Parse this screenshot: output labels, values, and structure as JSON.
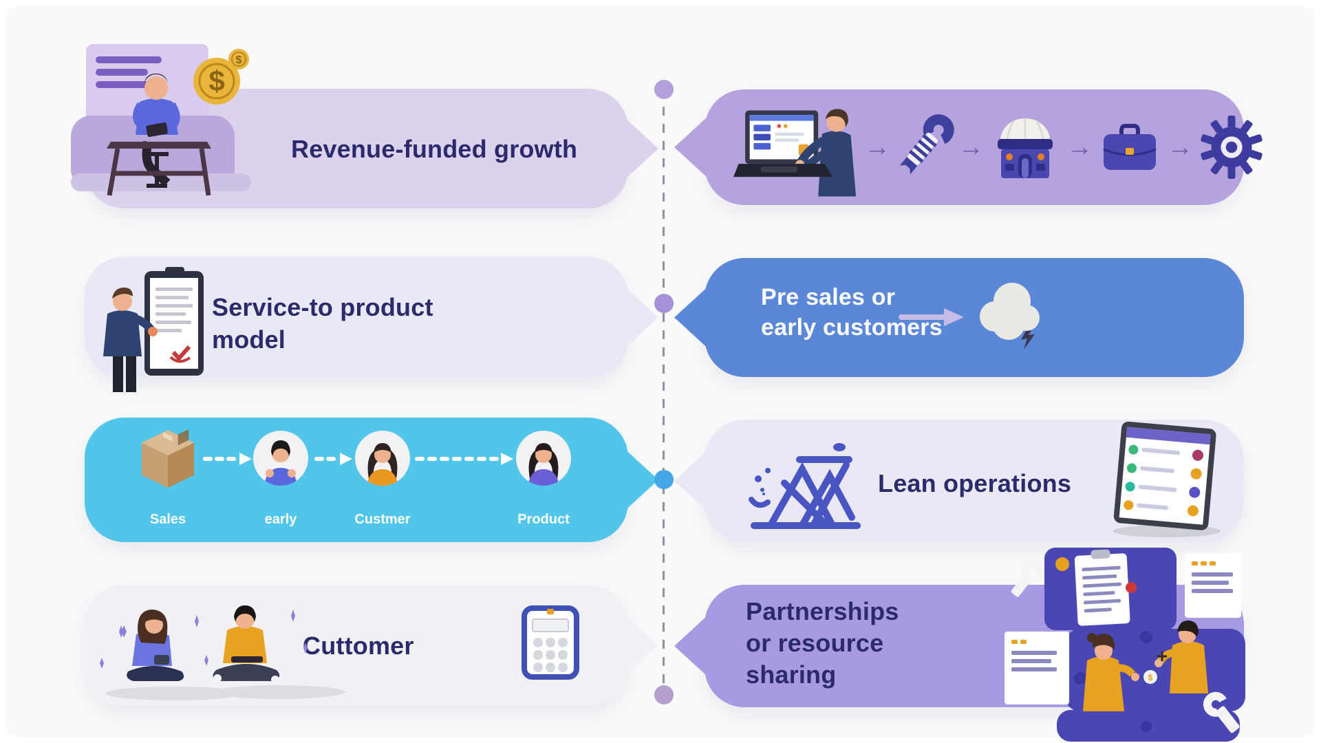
{
  "palette": {
    "background": "#fafafb",
    "title_text": "#2b2a6b",
    "timeline_line": "#8d92a9",
    "indigo_icon": "#3d3c9e",
    "bubble_left_1": "#ddd2ed",
    "bubble_left_2": "#e9e8f5",
    "bubble_left_3": "#52c5ea",
    "bubble_left_4": "#f1f1f5",
    "bubble_right_1": "#b5a3dd",
    "bubble_right_2": "#5b87d8",
    "bubble_right_3": "#e9e8f4",
    "bubble_right_4": "#a89ae2"
  },
  "timeline": {
    "dots": [
      {
        "color": "#b2a0dc"
      },
      {
        "color": "#a591d7"
      },
      {
        "color": "#45a7e8"
      },
      {
        "color": "#b3a0cf"
      }
    ]
  },
  "left": {
    "row1": {
      "title": "Revenue-funded growth",
      "bubble_color": "#ddd2ed",
      "illustration": "founder-at-desk-with-money"
    },
    "row2": {
      "title_lines": [
        "Service-to product",
        "model"
      ],
      "bubble_color": "#e9e8f5",
      "illustration": "person-with-checklist-clipboard"
    },
    "row3": {
      "bubble_color": "#52c5ea",
      "steps": [
        {
          "label": "Sales",
          "icon": "package-box-icon"
        },
        {
          "label": "early",
          "icon": "male-customer-avatar"
        },
        {
          "label": "Custmer",
          "icon": "female-customer-avatar-orange"
        },
        {
          "label": "Product",
          "icon": "female-customer-avatar-purple"
        }
      ]
    },
    "row4": {
      "title": "Cuttomer",
      "bubble_color": "#f1f1f5",
      "illustrations": [
        "sitting-customers-illustration",
        "calculator-icon"
      ]
    }
  },
  "right": {
    "row1": {
      "bubble_color": "#b5a3dd",
      "arrow_glyph": "→",
      "flow_icons": [
        "laptop-with-person-icon",
        "wrench-icon",
        "storefront-icon",
        "briefcase-icon",
        "gear-icon"
      ]
    },
    "row2": {
      "title_lines": [
        "Pre sales or",
        "early customers"
      ],
      "bubble_color": "#5b87d8",
      "icons": [
        "arrow-right-icon",
        "cloud-icon"
      ]
    },
    "row3": {
      "title": "Lean operations",
      "bubble_color": "#e9e8f4",
      "icons": [
        "lean-abstract-icon",
        "tablet-checklist-icon"
      ]
    },
    "row4": {
      "title_lines": [
        "Partnerships",
        "or resource",
        "sharing"
      ],
      "bubble_color": "#a89ae2",
      "illustration": "team-resource-sharing-illustration"
    }
  }
}
